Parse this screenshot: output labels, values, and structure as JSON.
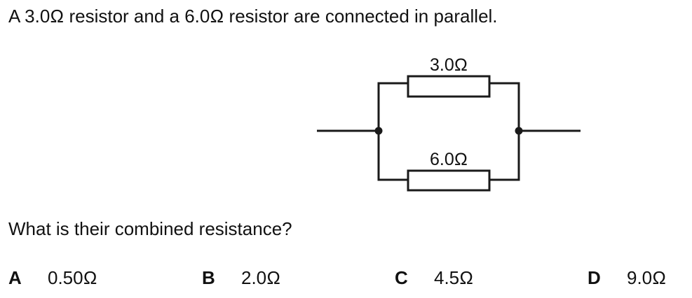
{
  "intro": "A 3.0Ω resistor and a 6.0Ω resistor are connected in parallel.",
  "diagram": {
    "top_resistor_label": "3.0Ω",
    "bottom_resistor_label": "6.0Ω"
  },
  "question": "What is their combined resistance?",
  "options": [
    {
      "letter": "A",
      "value": "0.50Ω"
    },
    {
      "letter": "B",
      "value": "2.0Ω"
    },
    {
      "letter": "C",
      "value": "4.5Ω"
    },
    {
      "letter": "D",
      "value": "9.0Ω"
    }
  ]
}
